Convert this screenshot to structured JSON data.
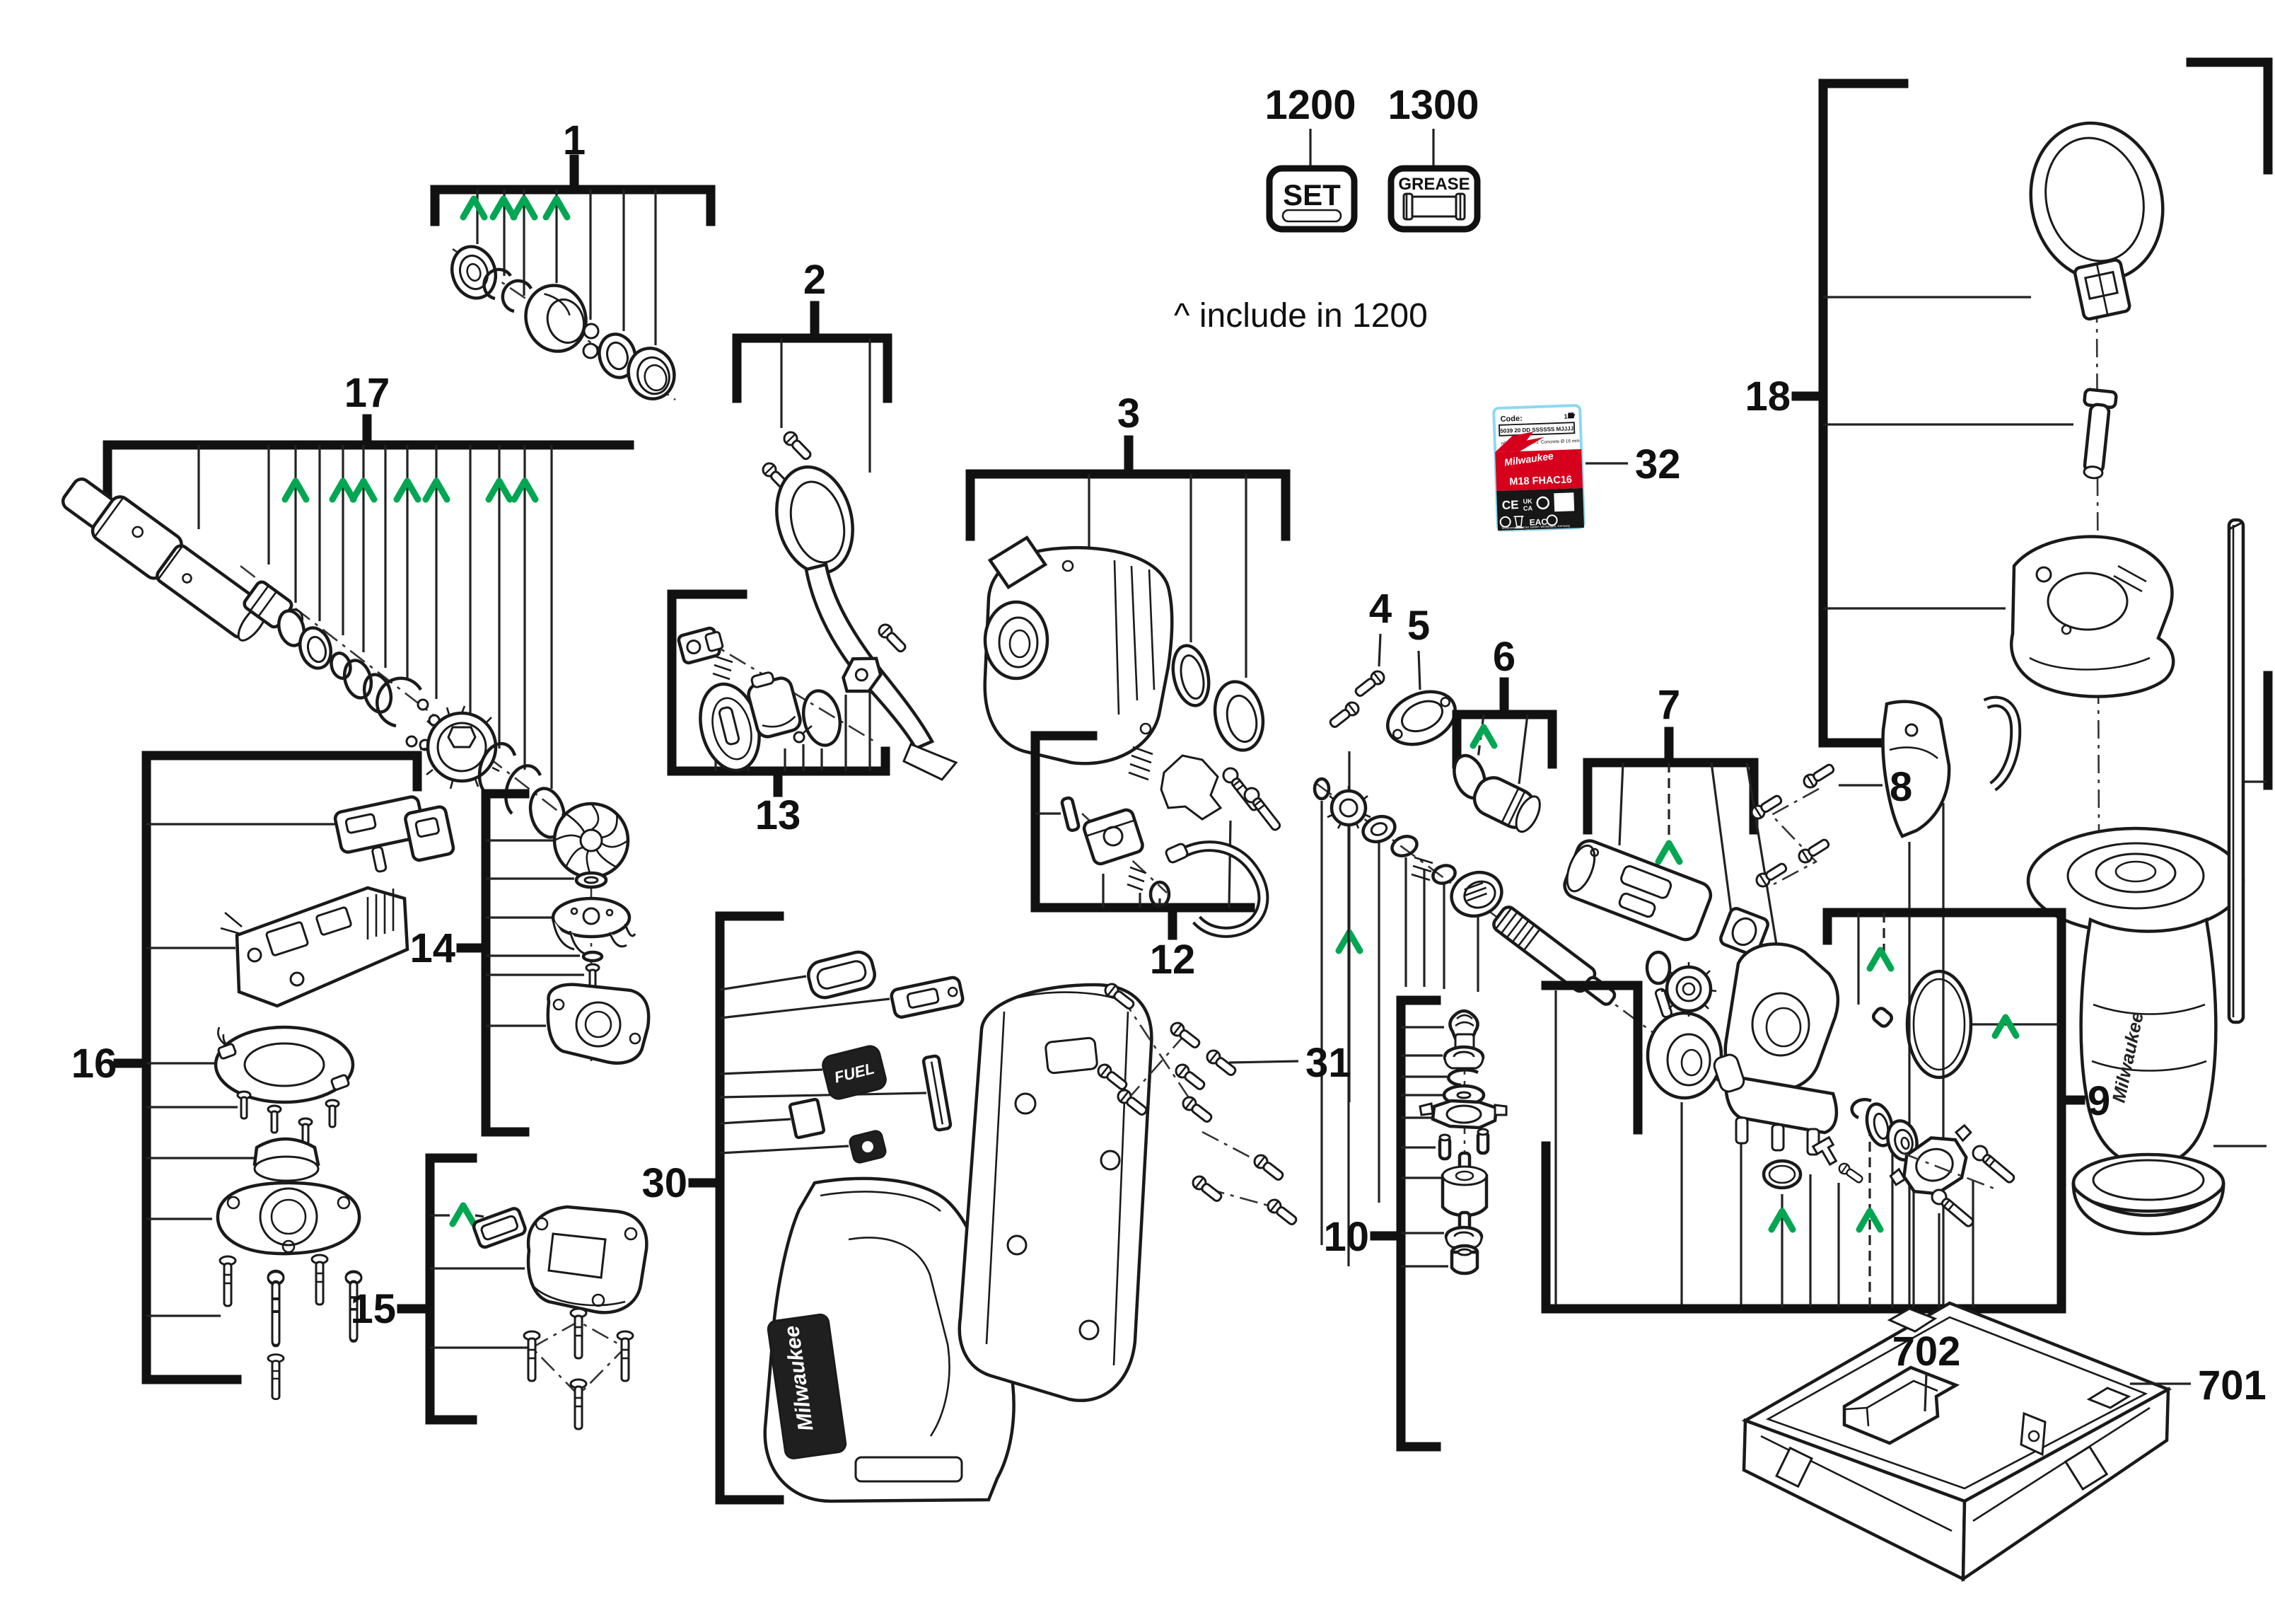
{
  "diagram": {
    "note_include": "^ include in 1200",
    "badge_set": "SET",
    "badge_grease": "GREASE"
  },
  "groups": {
    "g1": "1",
    "g2": "2",
    "g3": "3",
    "g4": "4",
    "g5": "5",
    "g6": "6",
    "g7": "7",
    "g8": "8",
    "g9": "9",
    "g10": "10",
    "g12": "12",
    "g13": "13",
    "g14": "14",
    "g15": "15",
    "g16": "16",
    "g17": "17",
    "g18": "18",
    "g30": "30",
    "g31": "31",
    "g32": "32",
    "g701": "701",
    "g702": "702",
    "g1200": "1200",
    "g1300": "1300"
  },
  "product_label": {
    "code_title": "Code:",
    "voltage": "18V",
    "serial": "5039 20 DD SSSSSS MJJJJ",
    "spec_speed": "n0 = 0-1350 min-1",
    "spec_capacity": "Concrete Ø 16 mm",
    "brand": "Milwaukee",
    "model": "M18 FHAC16",
    "mark_ce": "CE",
    "mark_uk": "UK",
    "mark_ca": "CA",
    "mark_eac": "EAC",
    "footer1": "Techtronic Industries GmbH, Winnenden, Germany",
    "footer2": "Marlow, SL7 1YL, UK",
    "footer3": "www.milwaukeetool.eu   Made in P.R.C."
  },
  "housing": {
    "brand_script": "Milwaukee",
    "fuel_badge": "FUEL"
  }
}
